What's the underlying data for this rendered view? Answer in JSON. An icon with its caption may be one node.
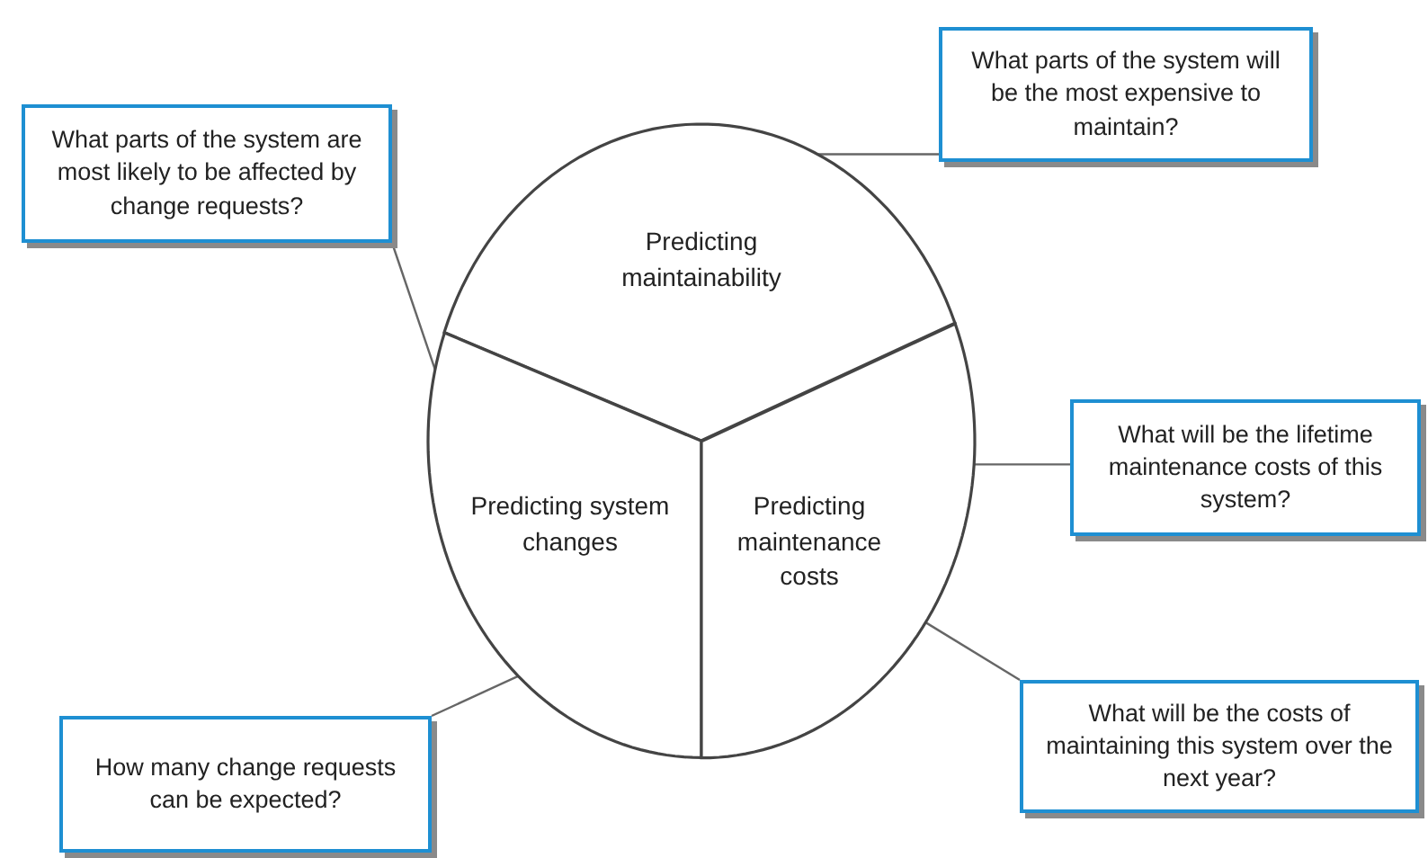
{
  "diagram": {
    "nodes": [
      {
        "text": [
          "What parts of the system are most likely to be affected by change requests?"
        ]
      },
      {
        "text": [
          "What parts of the system will be the most expensive to maintain?"
        ]
      },
      {
        "text": [
          "Predicting maintainability"
        ]
      },
      {
        "text": [
          "Predicting system changes"
        ]
      },
      {
        "text": [
          "Predicting maintenance costs"
        ]
      },
      {
        "text": [
          "What will be the lifetime maintenance costs of this system?"
        ]
      },
      {
        "text": [
          "What will be the costs of maintaining this system over the next year?"
        ]
      },
      {
        "text": [
          "How many change requests can be expected?"
        ]
      }
    ],
    "edges": [
      {
        "from": 0,
        "to": 3,
        "arrow": "none"
      },
      {
        "from": 1,
        "to": 2,
        "arrow": "none"
      },
      {
        "from": 5,
        "to": 4,
        "arrow": "none"
      },
      {
        "from": 6,
        "to": 4,
        "arrow": "none"
      },
      {
        "from": 7,
        "to": 3,
        "arrow": "none"
      }
    ]
  }
}
